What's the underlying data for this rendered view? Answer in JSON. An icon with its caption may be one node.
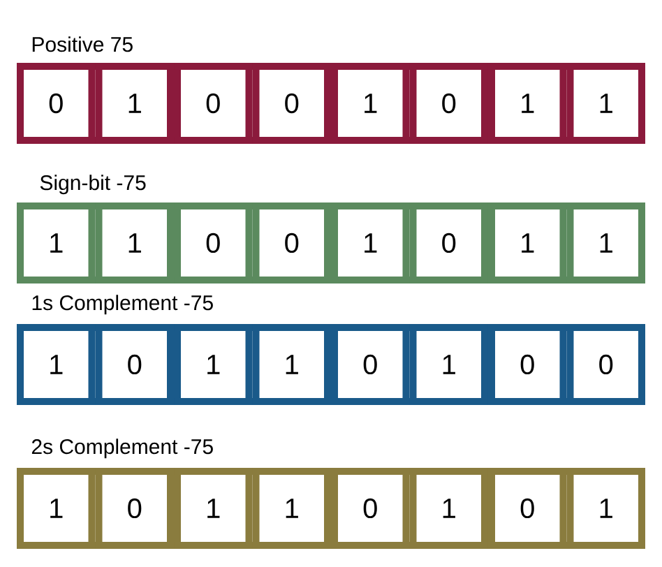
{
  "diagram": {
    "nodes": [
      {
        "text": [
          "Positive 75"
        ]
      },
      {
        "text": [
          "0"
        ],
        "in": 0
      },
      {
        "text": [
          "1"
        ],
        "in": 0
      },
      {
        "text": [
          "0"
        ],
        "in": 0
      },
      {
        "text": [
          "0"
        ],
        "in": 0
      },
      {
        "text": [
          "1"
        ],
        "in": 0
      },
      {
        "text": [
          "0"
        ],
        "in": 0
      },
      {
        "text": [
          "1"
        ],
        "in": 0
      },
      {
        "text": [
          "1"
        ],
        "in": 0
      },
      {
        "text": [
          "Sign-bit -75"
        ]
      },
      {
        "text": [
          "1"
        ],
        "in": 9
      },
      {
        "text": [
          "1"
        ],
        "in": 9
      },
      {
        "text": [
          "0"
        ],
        "in": 9
      },
      {
        "text": [
          "0"
        ],
        "in": 9
      },
      {
        "text": [
          "1"
        ],
        "in": 9
      },
      {
        "text": [
          "0"
        ],
        "in": 9
      },
      {
        "text": [
          "1"
        ],
        "in": 9
      },
      {
        "text": [
          "1"
        ],
        "in": 9
      },
      {
        "text": [
          "1s Complement -75"
        ]
      },
      {
        "text": [
          "1"
        ],
        "in": 18
      },
      {
        "text": [
          "0"
        ],
        "in": 18
      },
      {
        "text": [
          "1"
        ],
        "in": 18
      },
      {
        "text": [
          "1"
        ],
        "in": 18
      },
      {
        "text": [
          "0"
        ],
        "in": 18
      },
      {
        "text": [
          "1"
        ],
        "in": 18
      },
      {
        "text": [
          "0"
        ],
        "in": 18
      },
      {
        "text": [
          "0"
        ],
        "in": 18
      },
      {
        "text": [
          "2s Complement -75"
        ]
      },
      {
        "text": [
          "1"
        ],
        "in": 27
      },
      {
        "text": [
          "0"
        ],
        "in": 27
      },
      {
        "text": [
          "1"
        ],
        "in": 27
      },
      {
        "text": [
          "1"
        ],
        "in": 27
      },
      {
        "text": [
          "0"
        ],
        "in": 27
      },
      {
        "text": [
          "1"
        ],
        "in": 27
      },
      {
        "text": [
          "0"
        ],
        "in": 27
      },
      {
        "text": [
          "1"
        ],
        "in": 27
      }
    ]
  }
}
